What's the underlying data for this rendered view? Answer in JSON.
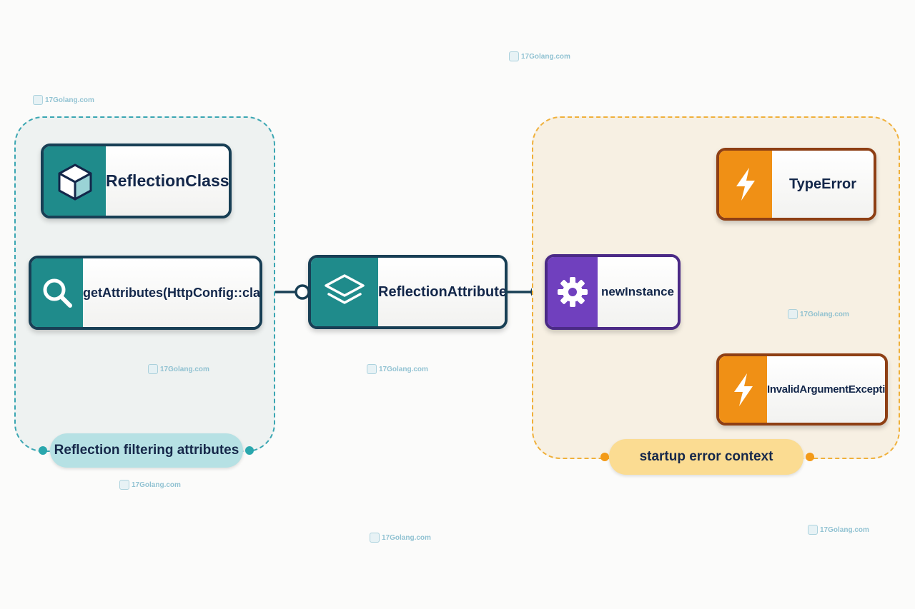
{
  "groups": {
    "reflection": {
      "label": "Reflection filtering attributes"
    },
    "errors": {
      "label": "startup error context"
    }
  },
  "nodes": {
    "reflection_class": {
      "label": "ReflectionClass",
      "icon": "cube-icon"
    },
    "get_attributes": {
      "label": "getAttributes(HttpConfig::class)",
      "icon": "search-icon"
    },
    "reflection_attribute": {
      "label": "ReflectionAttribute",
      "icon": "layers-icon"
    },
    "new_instance": {
      "label": "newInstance",
      "icon": "gear-icon"
    },
    "type_error": {
      "label": "TypeError",
      "icon": "lightning-icon"
    },
    "invalid_argument": {
      "label": "InvalidArgumentException",
      "icon": "lightning-icon"
    }
  },
  "watermark": {
    "text": "17Golang.com"
  },
  "colors": {
    "teal_accent": "#1f8b8b",
    "purple_accent": "#7040be",
    "orange_accent": "#f09015",
    "wire": "#183f55"
  }
}
